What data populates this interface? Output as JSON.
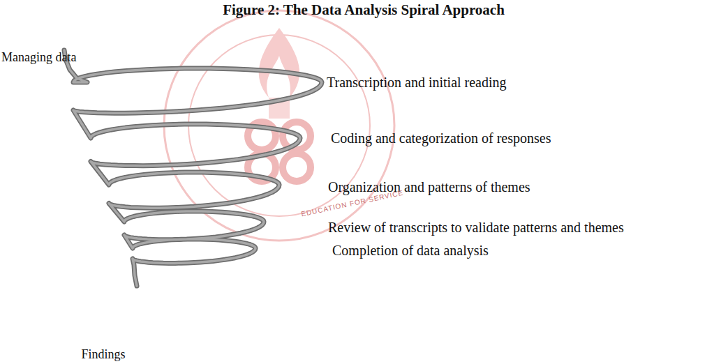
{
  "diagram": {
    "title": "Figure 2: The Data Analysis Spiral Approach",
    "labels": [
      "Managing data",
      "Transcription and initial reading",
      "Coding and categorization of responses",
      "Organization and patterns of themes",
      "Review of transcripts to validate patterns and themes",
      "Completion of data analysis",
      "Findings",
      "EDUCATION FOR SERVICE"
    ]
  }
}
